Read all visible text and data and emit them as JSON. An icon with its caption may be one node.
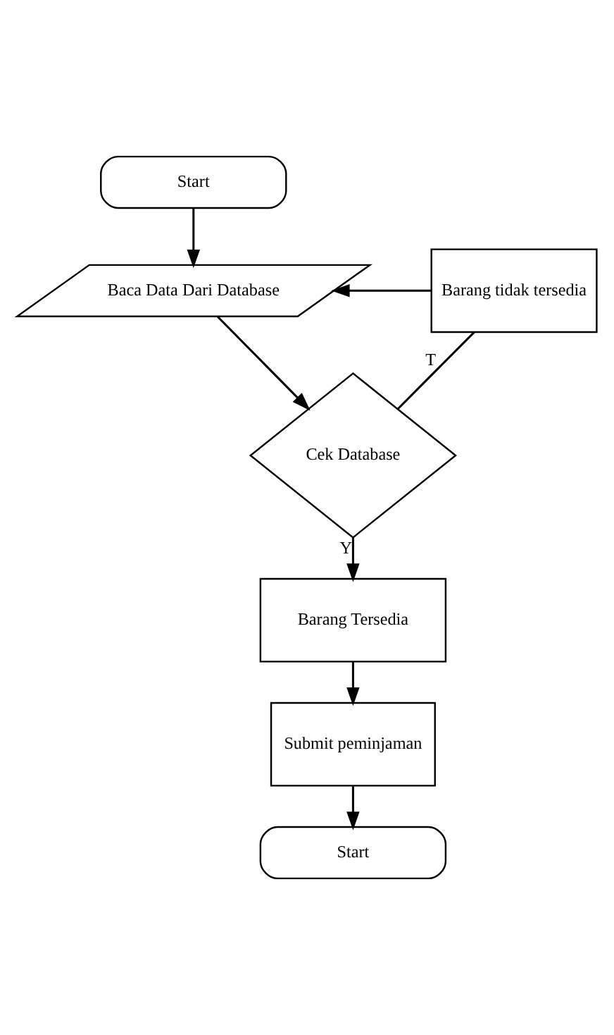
{
  "diagram": {
    "nodes": [
      {
        "text": [
          "Start"
        ]
      },
      {
        "text": [
          "Baca Data Dari Database"
        ]
      },
      {
        "text": [
          "Cek Database"
        ]
      },
      {
        "text": [
          "Barang tidak tersedia"
        ]
      },
      {
        "text": [
          "Barang Tersedia"
        ]
      },
      {
        "text": [
          "Submit peminjaman"
        ]
      },
      {
        "text": [
          "Start"
        ]
      }
    ],
    "edges": [
      {
        "from": 0,
        "to": 1,
        "arrow": "to"
      },
      {
        "from": 1,
        "to": 2,
        "arrow": "to"
      },
      {
        "from": 2,
        "to": 3,
        "arrow": "none",
        "label": "T"
      },
      {
        "from": 3,
        "to": 1,
        "arrow": "to"
      },
      {
        "from": 2,
        "to": 4,
        "arrow": "to",
        "label": "Y"
      },
      {
        "from": 4,
        "to": 5,
        "arrow": "to"
      },
      {
        "from": 5,
        "to": 6,
        "arrow": "to"
      }
    ]
  }
}
